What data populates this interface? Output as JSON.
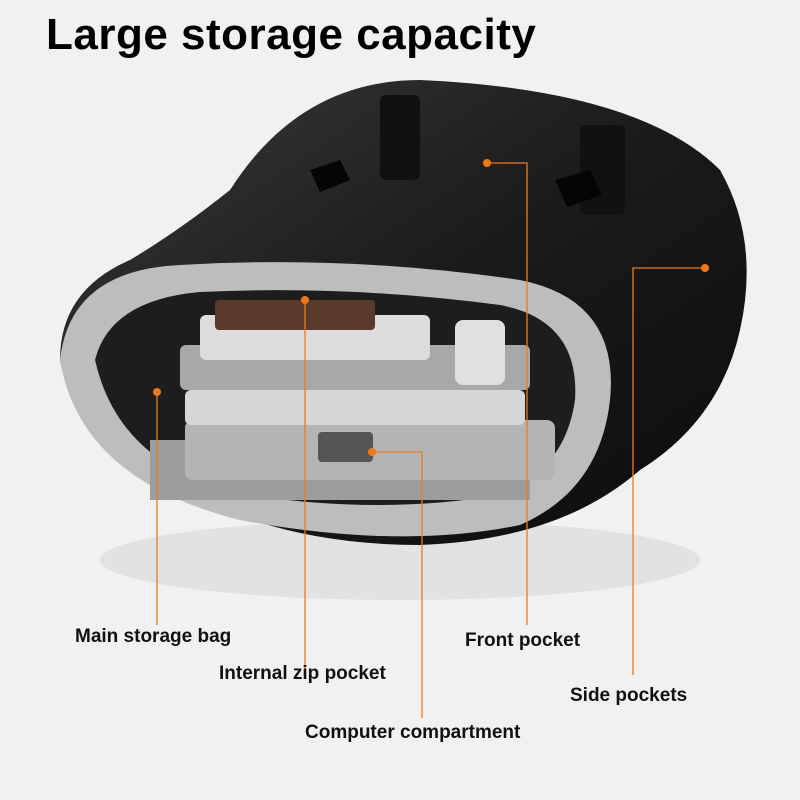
{
  "title": "Large storage capacity",
  "accent_color": "#f07a1a",
  "callouts": [
    {
      "label": "Main storage bag"
    },
    {
      "label": "Internal zip pocket"
    },
    {
      "label": "Computer compartment"
    },
    {
      "label": "Front pocket"
    },
    {
      "label": "Side pockets"
    }
  ]
}
